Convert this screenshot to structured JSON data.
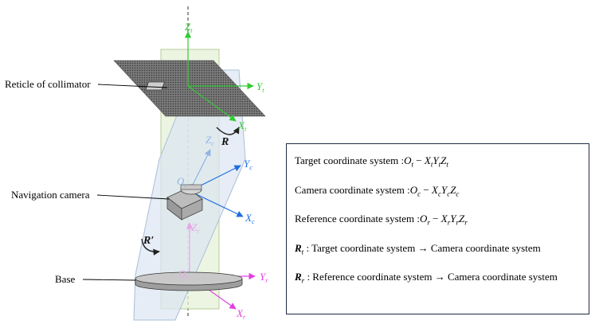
{
  "callouts": {
    "reticle": "Reticle of collimator",
    "camera": "Navigation camera",
    "base": "Base"
  },
  "axes": {
    "target": {
      "z": "Z",
      "y": "Y",
      "x": "X",
      "sub": "t"
    },
    "camera": {
      "z": "Z",
      "y": "Y",
      "x": "X",
      "o": "O",
      "sub": "c"
    },
    "reference": {
      "z": "Z",
      "y": "Y",
      "x": "X",
      "o": "O",
      "sub": "r"
    },
    "rotation_r": "R",
    "rotation_rprime": "R′"
  },
  "legend": {
    "target": {
      "label": "Target coordinate system :",
      "o": "O",
      "osub": "t",
      "minus": " − ",
      "x": "X",
      "y": "Y",
      "z": "Z",
      "sub": "t"
    },
    "camera": {
      "label": "Camera coordinate system :",
      "o": "O",
      "osub": "c",
      "minus": " − ",
      "x": "X",
      "y": "Y",
      "z": "Z",
      "sub": "c"
    },
    "reference": {
      "label": "Reference coordinate system :",
      "o": "O",
      "osub": "r",
      "minus": " − ",
      "x": "X",
      "y": "Y",
      "z": "Z",
      "sub": "r"
    },
    "rt": {
      "sym": "R",
      "sub": "t",
      "text": " : Target coordinate system → Camera coordinate system"
    },
    "rr": {
      "sym": "R",
      "sub": "r",
      "text": " : Reference coordinate system → Camera coordinate system"
    }
  },
  "colors": {
    "target_axis": "#33cc33",
    "camera_axis": "#1f6fe0",
    "camera_axis_light": "#8fb3e6",
    "reference_axis": "#e040e0",
    "reference_axis_light": "#e6a6e6",
    "plane_green": "#e6f0d8",
    "plane_blue": "#dbe6f2",
    "reticle": "#666666"
  }
}
